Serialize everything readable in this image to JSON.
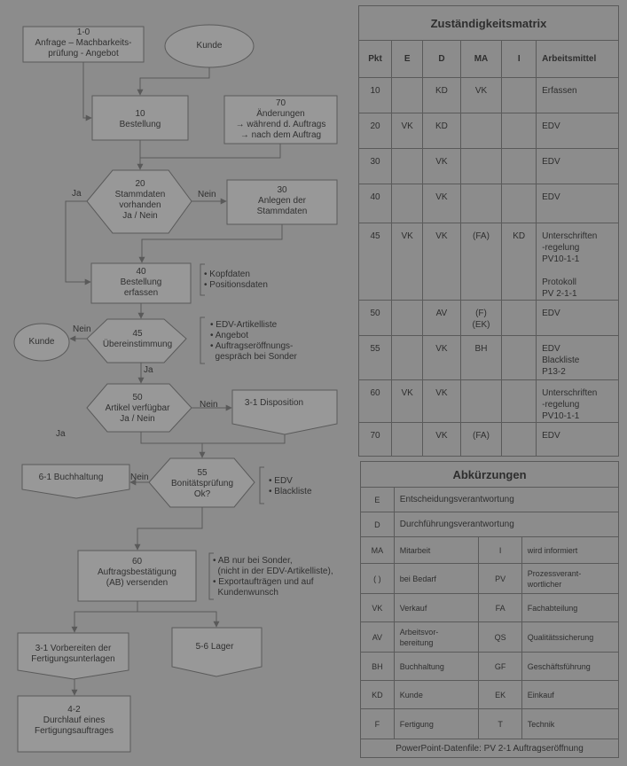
{
  "flow": {
    "n1_0": [
      "1-0",
      "Anfrage – Machbarkeits-",
      "prüfung - Angebot"
    ],
    "kunde_top": "Kunde",
    "n10": [
      "10",
      "Bestellung"
    ],
    "n70": [
      "70",
      "Änderungen",
      "→ während d. Auftrags",
      "→ nach dem Auftrag"
    ],
    "n20": [
      "20",
      "Stammdaten",
      "vorhanden",
      "Ja / Nein"
    ],
    "n30": [
      "30",
      "Anlegen der",
      "Stammdaten"
    ],
    "n40": [
      "40",
      "Bestellung",
      "erfassen"
    ],
    "n45": [
      "45",
      "Übereinstimmung"
    ],
    "kunde_left": "Kunde",
    "n50": [
      "50",
      "Artikel verfügbar",
      "Ja / Nein"
    ],
    "disp": "3-1 Disposition",
    "buchh": "6-1 Buchhaltung",
    "n55": [
      "55",
      "Bonitätsprüfung",
      "Ok?"
    ],
    "n60": [
      "60",
      "Auftragsbestätigung",
      "(AB) versenden"
    ],
    "fert": [
      "3-1 Vorbereiten der",
      "Fertigungsunterlagen"
    ],
    "lager": "5-6  Lager",
    "n4_2": [
      "4-2",
      "Durchlauf eines",
      "Fertigungsauftrages"
    ],
    "labels": {
      "ja20": "Ja",
      "nein20": "Nein",
      "nein45": "Nein",
      "ja45": "Ja",
      "nein50": "Nein",
      "ja50": "Ja",
      "nein55": "Nein"
    },
    "notes": {
      "n40": [
        "• Kopfdaten",
        "• Positionsdaten"
      ],
      "n45": [
        "• EDV-Artikelliste",
        "• Angebot",
        "• Auftragseröffnungs-",
        "  gespräch bei Sonder"
      ],
      "n55": [
        "• EDV",
        "• Blackliste"
      ],
      "n60": [
        "• AB nur bei Sonder,",
        "  (nicht in der EDV-Artikelliste),",
        "• Exportaufträgen und auf",
        "  Kundenwunsch"
      ]
    }
  },
  "matrix": {
    "title": "Zuständigkeitsmatrix",
    "headers": [
      "Pkt",
      "E",
      "D",
      "MA",
      "I",
      "Arbeitsmittel"
    ],
    "rows": [
      [
        "10",
        "",
        "KD",
        "VK",
        "",
        "Erfassen"
      ],
      [
        "20",
        "VK",
        "KD",
        "",
        "",
        "EDV"
      ],
      [
        "30",
        "",
        "VK",
        "",
        "",
        "EDV"
      ],
      [
        "40",
        "",
        "VK",
        "",
        "",
        "EDV"
      ],
      [
        "45",
        "VK",
        "VK",
        "(FA)",
        "KD",
        "Unterschriften\n-regelung\nPV10-1-1\n\nProtokoll\nPV 2-1-1"
      ],
      [
        "50",
        "",
        "AV",
        "(F)\n(EK)",
        "",
        "EDV"
      ],
      [
        "55",
        "",
        "VK",
        "BH",
        "",
        "EDV\nBlackliste\nP13-2"
      ],
      [
        "60",
        "VK",
        "VK",
        "",
        "",
        "Unterschriften\n-regelung\nPV10-1-1"
      ],
      [
        "70",
        "",
        "VK",
        "(FA)",
        "",
        "EDV"
      ]
    ]
  },
  "abbrev": {
    "title": "Abkürzungen",
    "wide": [
      [
        "E",
        "Entscheidungsverantwortung"
      ],
      [
        "D",
        "Durchführungsverantwortung"
      ]
    ],
    "pairs": [
      [
        "MA",
        "Mitarbeit",
        "I",
        "wird informiert"
      ],
      [
        "( )",
        "bei Bedarf",
        "PV",
        "Prozessverant-\nwortlicher"
      ],
      [
        "VK",
        "Verkauf",
        "FA",
        "Fachabteilung"
      ],
      [
        "AV",
        "Arbeitsvor-\nbereitung",
        "QS",
        "Qualitätssicherung"
      ],
      [
        "BH",
        "Buchhaltung",
        "GF",
        "Geschäftsführung"
      ],
      [
        "KD",
        "Kunde",
        "EK",
        "Einkauf"
      ],
      [
        "F",
        "Fertigung",
        "T",
        "Technik"
      ]
    ],
    "footer": "PowerPoint-Datenfile: PV 2-1 Auftragseröffnung"
  }
}
